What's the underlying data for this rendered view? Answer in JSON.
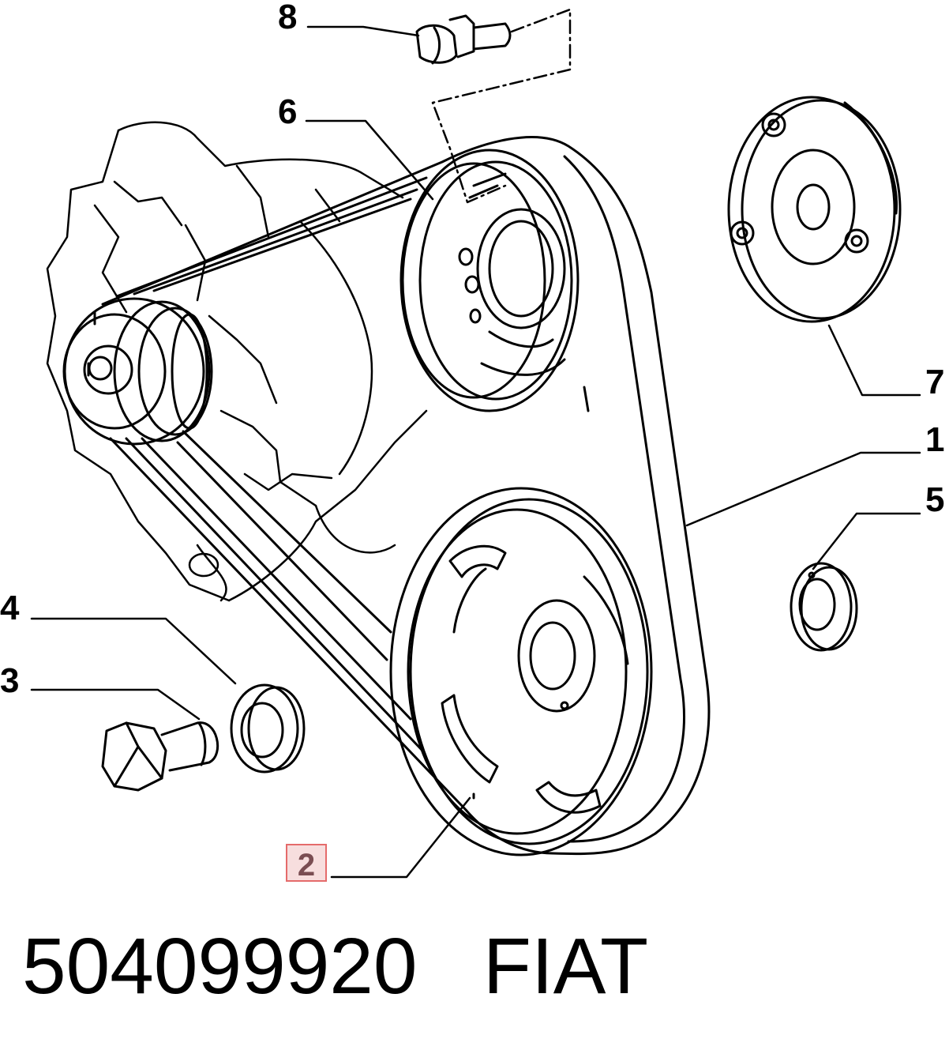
{
  "callouts": {
    "c8": "8",
    "c6": "6",
    "c7": "7",
    "c1": "1",
    "c5": "5",
    "c4": "4",
    "c3": "3",
    "c2": "2"
  },
  "highlighted_callout": "2",
  "caption": {
    "part_number": "504099920",
    "brand": "FIAT"
  },
  "colors": {
    "line": "#000000",
    "highlight_border": "#e56b6b",
    "highlight_fill": "#f7dede"
  }
}
